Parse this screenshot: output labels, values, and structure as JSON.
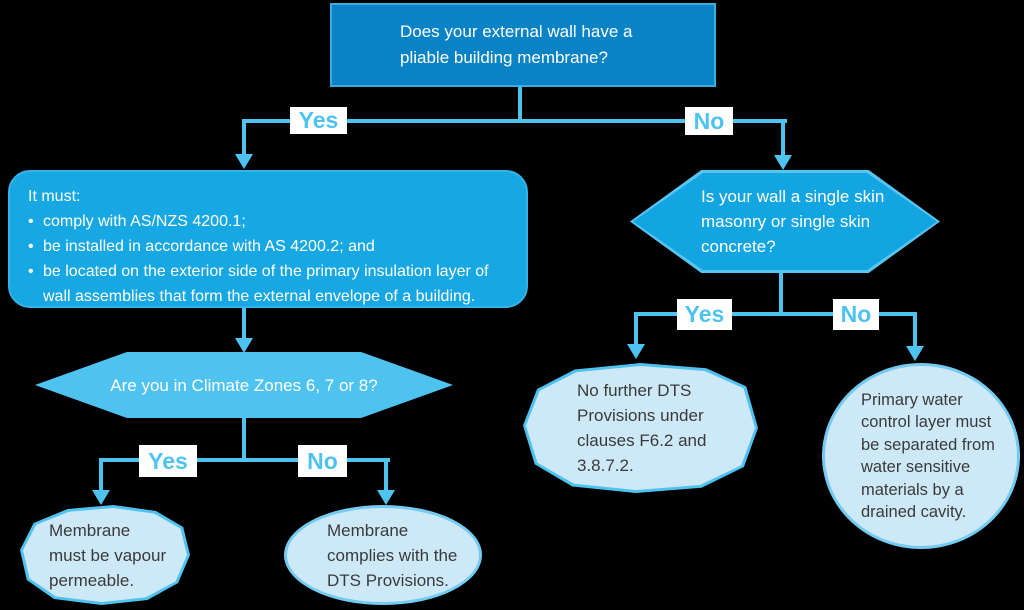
{
  "palette": {
    "background": "#000000",
    "connector_blue": "#4FC3F0",
    "dark_blue_box": "#0983C5",
    "mid_blue": "#17A7E2",
    "light_fill": "#CDE9F8",
    "dark_text": "#3A3A3A",
    "white": "#FFFFFF"
  },
  "flow": {
    "root_question": {
      "text": "Does your external wall have a\npliable building membrane?"
    },
    "branch1": {
      "yes": "Yes",
      "no": "No"
    },
    "must_box": {
      "intro": "It must:",
      "bullet_glyph": "•",
      "bullets": [
        "comply with AS/NZS 4200.1;",
        "be installed in accordance with AS 4200.2; and",
        "be located on the exterior side of the primary insulation layer of\nwall assemblies that form the external envelope of a building."
      ]
    },
    "climate_question": {
      "text": "Are you in Climate Zones 6, 7 or 8?"
    },
    "branch2": {
      "yes": "Yes",
      "no": "No"
    },
    "vapour_result": {
      "text": "Membrane\nmust be vapour\npermeable."
    },
    "complies_result": {
      "text": "Membrane\ncomplies with the\nDTS Provisions."
    },
    "skin_question": {
      "text": "Is your wall a single skin\nmasonry or single skin\nconcrete?"
    },
    "branch3": {
      "yes": "Yes",
      "no": "No"
    },
    "no_further_result": {
      "text": "No further DTS\nProvisions under\nclauses F6.2 and\n3.8.7.2."
    },
    "water_result": {
      "text": "Primary water\ncontrol layer must\nbe separated from\nwater sensitive\nmaterials by a\ndrained cavity."
    }
  }
}
